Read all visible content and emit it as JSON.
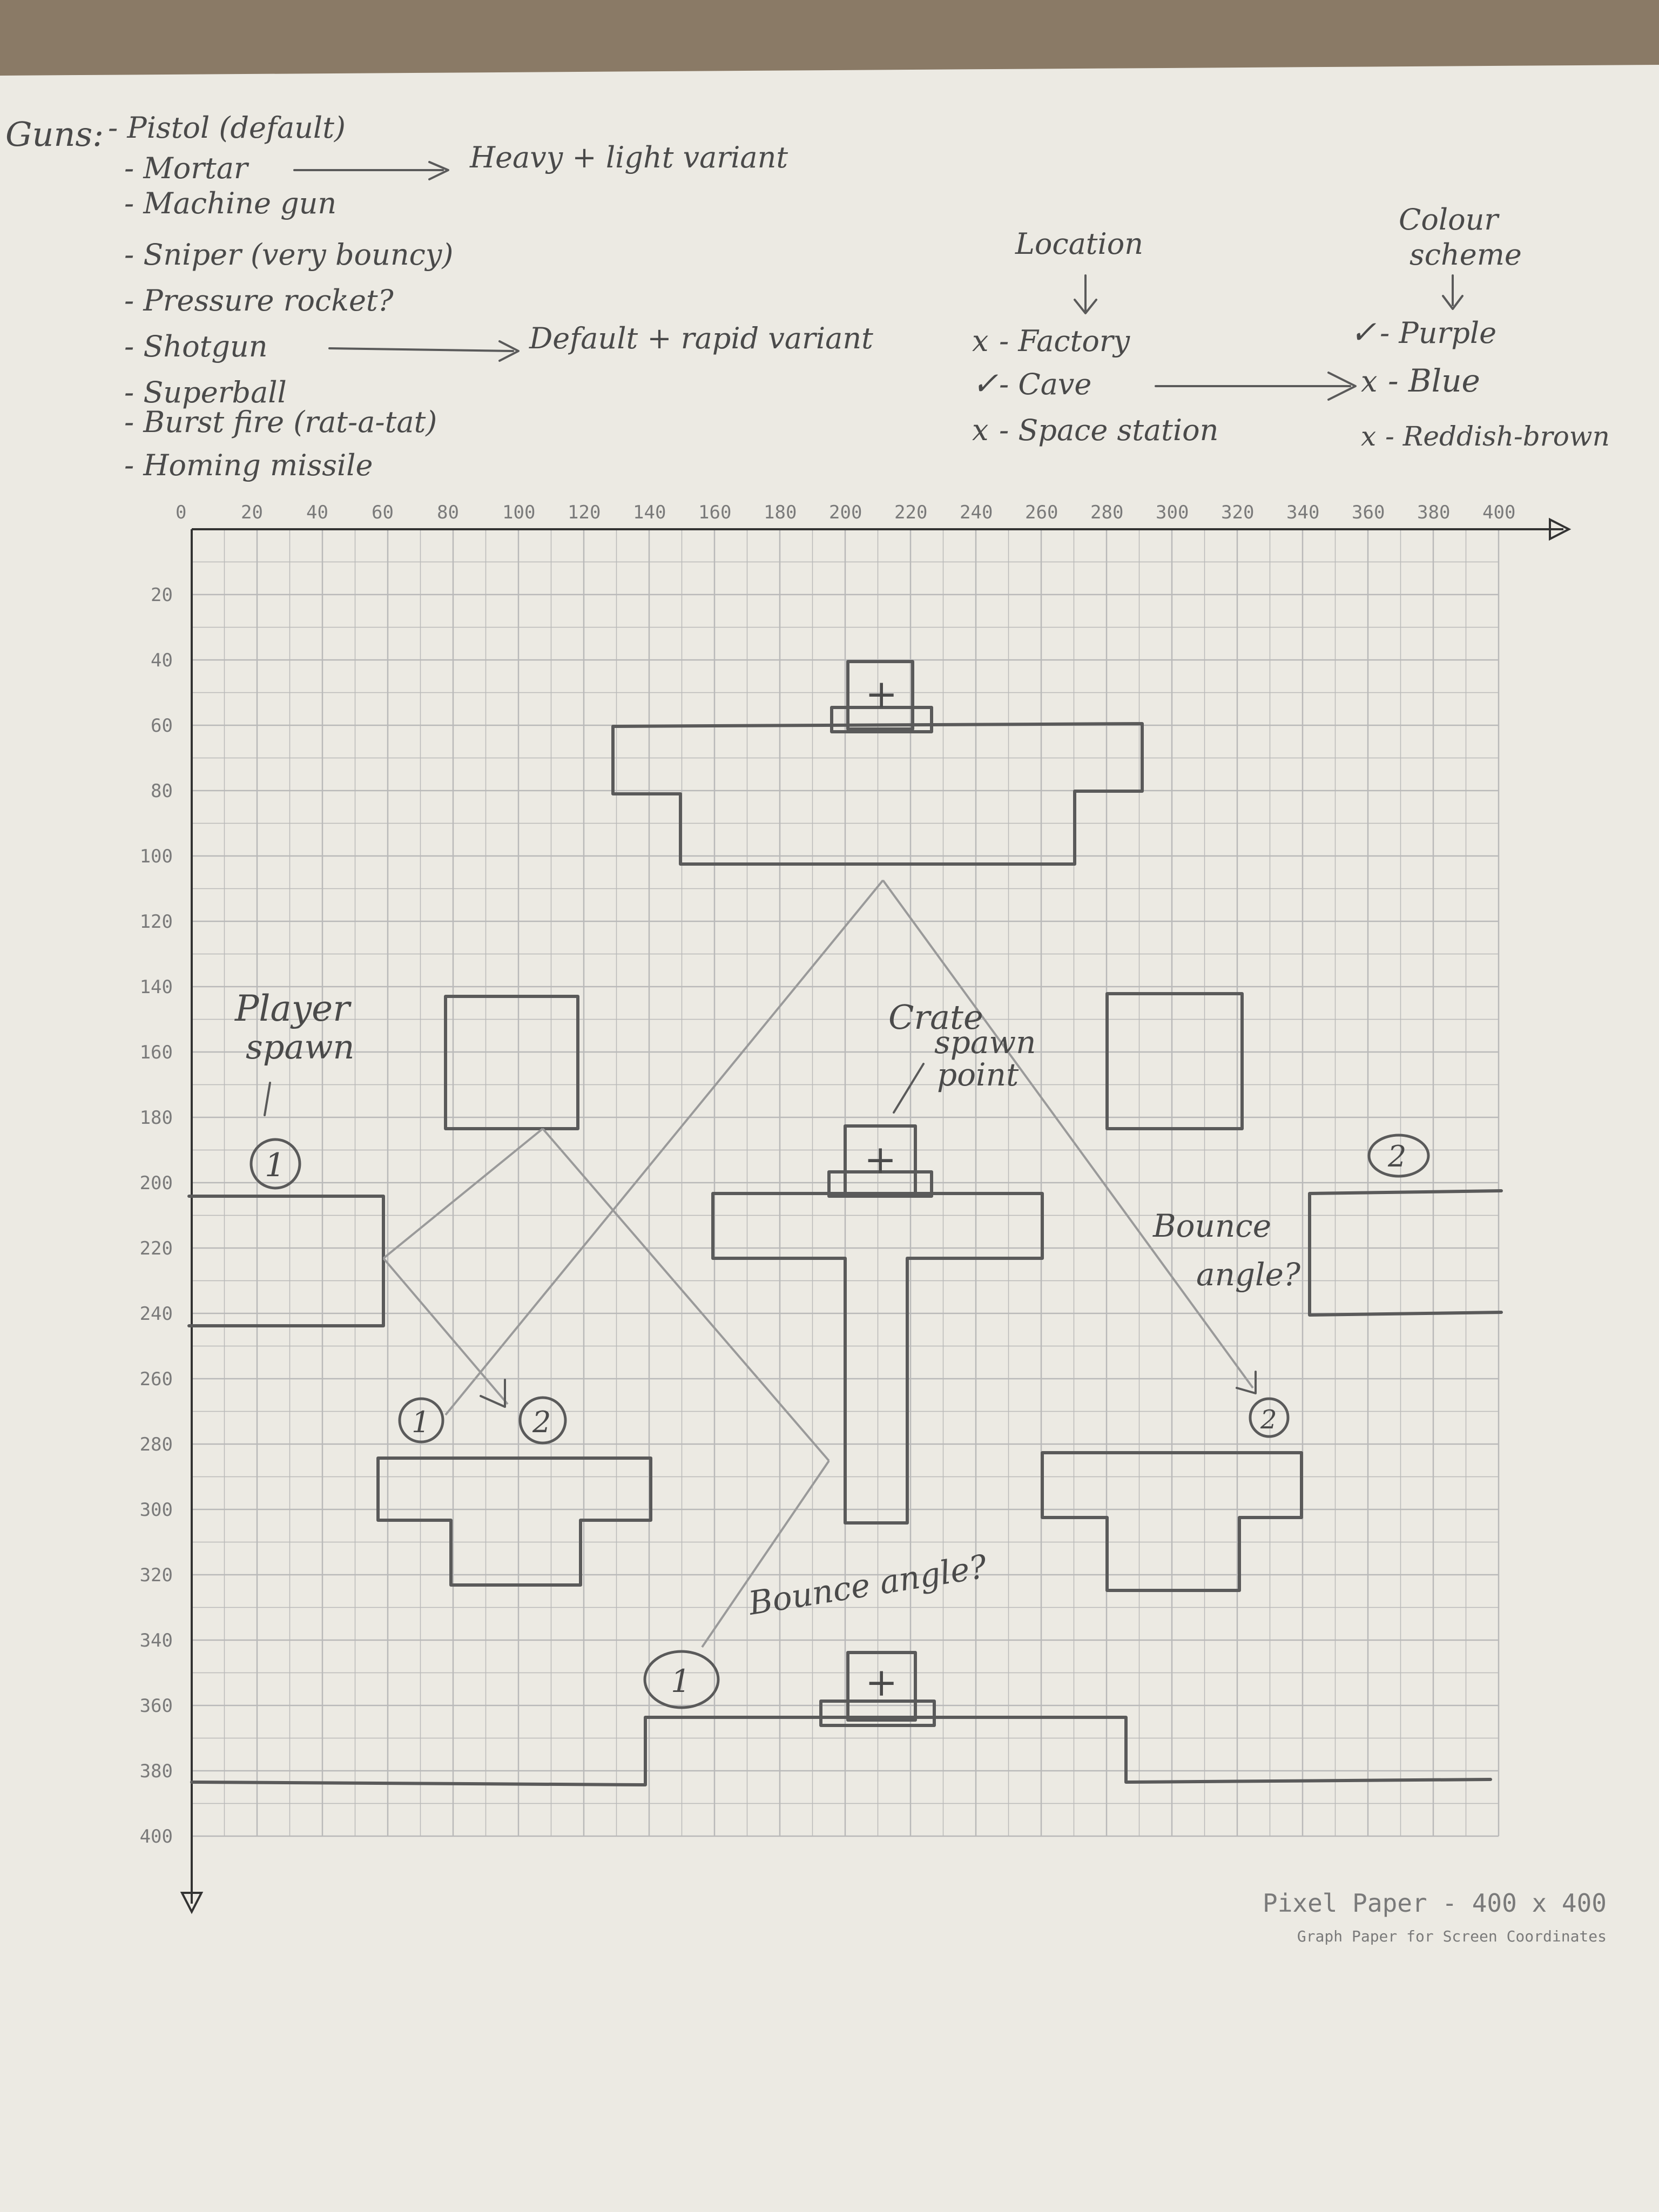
{
  "notes": {
    "guns_heading": "Guns:",
    "guns": [
      "- Pistol (default)",
      "- Mortar",
      "- Machine gun",
      "- Sniper (very bouncy)",
      "- Pressure rocket?",
      "- Shotgun",
      "- Superball",
      "- Burst fire (rat-a-tat)",
      "- Homing missile"
    ],
    "mortar_variant": "Heavy + light variant",
    "shotgun_variant": "Default + rapid variant",
    "location": {
      "heading": "Location",
      "items": [
        {
          "mark": "x",
          "label": "- Factory"
        },
        {
          "mark": "✓",
          "label": "- Cave"
        },
        {
          "mark": "x",
          "label": "- Space station"
        }
      ]
    },
    "colour_scheme": {
      "heading_line1": "Colour",
      "heading_line2": "scheme",
      "items": [
        {
          "mark": "✓",
          "label": "- Purple"
        },
        {
          "mark": "x",
          "label": "- Blue"
        },
        {
          "mark": "x",
          "label": "- Reddish-brown"
        }
      ]
    }
  },
  "grid": {
    "x_ticks": [
      "0",
      "20",
      "40",
      "60",
      "80",
      "100",
      "120",
      "140",
      "160",
      "180",
      "200",
      "220",
      "240",
      "260",
      "280",
      "300",
      "320",
      "340",
      "360",
      "380",
      "400"
    ],
    "y_ticks": [
      "20",
      "40",
      "60",
      "80",
      "100",
      "120",
      "140",
      "160",
      "180",
      "200",
      "220",
      "240",
      "260",
      "280",
      "300",
      "320",
      "340",
      "360",
      "380",
      "400"
    ]
  },
  "labels": {
    "player_spawn_1": "Player",
    "player_spawn_2": "spawn",
    "crate_spawn_1": "Crate",
    "crate_spawn_2": "spawn",
    "crate_spawn_3": "point",
    "bounce_right_1": "Bounce",
    "bounce_right_2": "angle?",
    "bounce_bottom": "Bounce angle?",
    "spawn_one": "1",
    "spawn_two": "2",
    "crate_symbol": "+"
  },
  "footer": {
    "title": "Pixel Paper - 400 x 400",
    "subtitle": "Graph Paper for Screen Coordinates"
  },
  "colors": {
    "pencil": "#5a5a5a",
    "grid": "#b9b9b9",
    "paper": "#eceae3",
    "table": "#8a7a66"
  }
}
